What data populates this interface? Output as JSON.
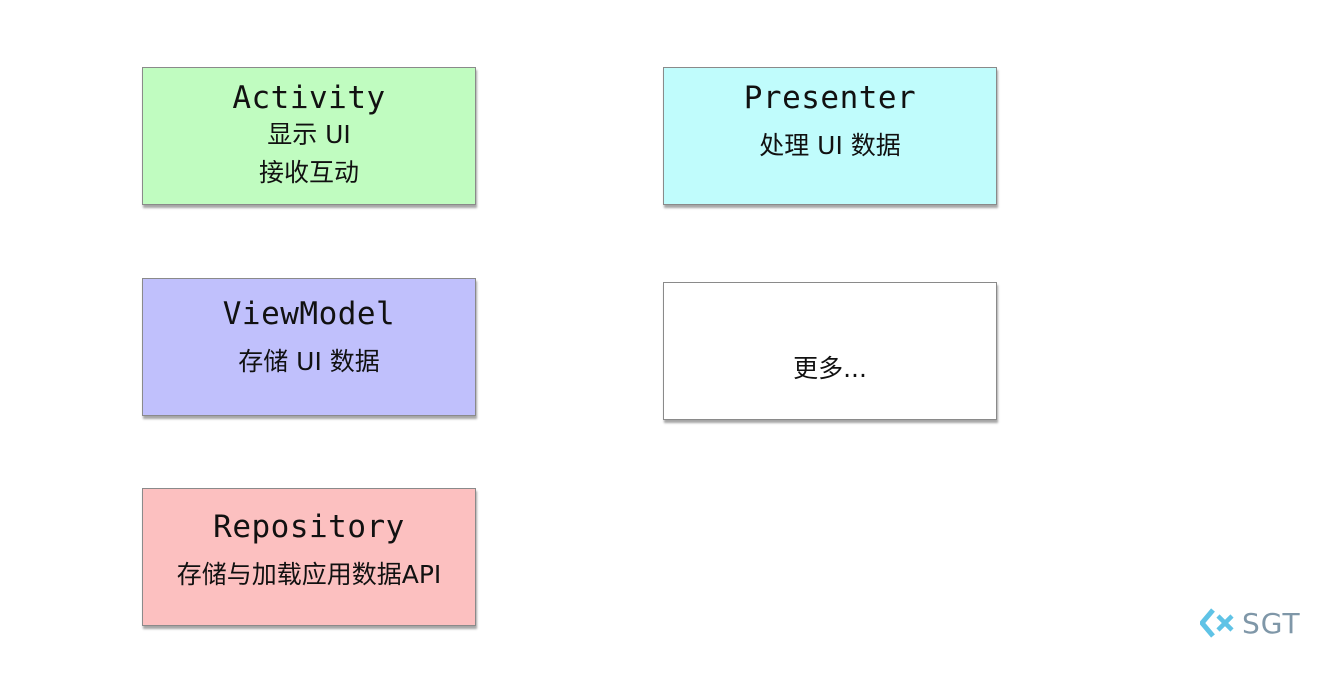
{
  "boxes": {
    "activity": {
      "title": "Activity",
      "lines": [
        "显示 UI",
        "接收互动"
      ],
      "color": "#c0fcc0"
    },
    "presenter": {
      "title": "Presenter",
      "lines": [
        "处理 UI 数据"
      ],
      "color": "#c0fcfc"
    },
    "viewmodel": {
      "title": "ViewModel",
      "lines": [
        "存储 UI 数据"
      ],
      "color": "#c0c0fc"
    },
    "more": {
      "lines": [
        "更多..."
      ],
      "color": "#ffffff"
    },
    "repository": {
      "title": "Repository",
      "lines": [
        "存储与加载应用数据API"
      ],
      "color": "#fcc0c0"
    }
  },
  "logo": {
    "text": "SGT",
    "icon": "sgt-logo-icon",
    "color": "#7f97a8"
  }
}
